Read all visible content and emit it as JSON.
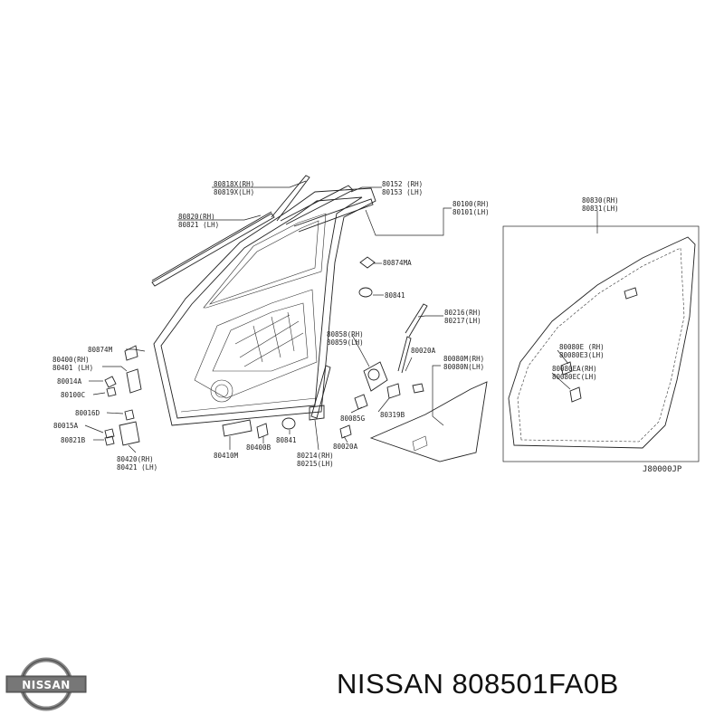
{
  "labels": {
    "l80818": "80818X(RH)",
    "l80819": "80819X(LH)",
    "l80152": "80152 (RH)",
    "l80153": "80153 (LH)",
    "l80100": "80100(RH)",
    "l80101": "80101(LH)",
    "l80820": "80820(RH)",
    "l80821": "80821 (LH)",
    "l80874MA": "80874MA",
    "l80841a": "80841",
    "l80216": "80216(RH)",
    "l80217": "80217(LH)",
    "l80874M": "80874M",
    "l80400": "80400(RH)",
    "l80401": "80401 (LH)",
    "l80014A": "80014A",
    "l80100C": "80100C",
    "l80016D": "80016D",
    "l80015A": "80015A",
    "l80821B": "80821B",
    "l80420": "80420(RH)",
    "l80421": "80421 (LH)",
    "l80410M": "80410M",
    "l80400B": "80400B",
    "l80841b": "80841",
    "l80858": "80858(RH)",
    "l80859": "80859(LH)",
    "l80020A1": "80020A",
    "l80085G": "80085G",
    "l80319B": "80319B",
    "l80214": "80214(RH)",
    "l80215": "80215(LH)",
    "l80020A2": "80020A",
    "l80080M": "80080M(RH)",
    "l80080N": "80080N(LH)",
    "l80830": "80830(RH)",
    "l80831": "80831(LH)",
    "l80080E": "80080E (RH)",
    "l80080E3": "80080E3(LH)",
    "l80080EA": "80080EA(RH)",
    "l80080EC": "80080EC(LH)",
    "ref": "J80000JP"
  },
  "logo_text": "NISSAN",
  "caption": "NISSAN 808501FA0B"
}
